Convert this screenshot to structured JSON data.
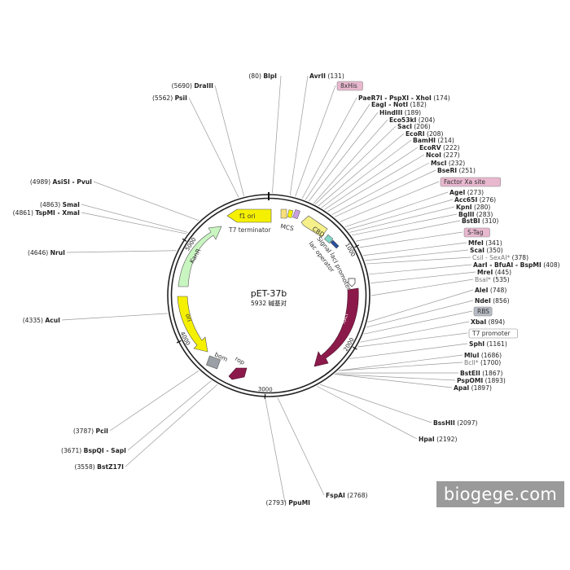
{
  "plasmid": {
    "name": "pET-37b",
    "size_text": "5932 碱基对"
  },
  "scale_ticks": [
    "1000",
    "2000",
    "3000",
    "4000",
    "5000"
  ],
  "watermark": "biogege.com",
  "features": [
    {
      "id": "f1_ori",
      "label": "f1 ori",
      "color": "#f5f000"
    },
    {
      "id": "kanr",
      "label": "KanR",
      "color": "#c8f5c0"
    },
    {
      "id": "ori",
      "label": "ori",
      "color": "#f5f000"
    },
    {
      "id": "bom",
      "label": "bom",
      "color": "#9aa0a6"
    },
    {
      "id": "rop",
      "label": "rop",
      "color": "#8b1a4a"
    },
    {
      "id": "laci",
      "label": "lacI",
      "color": "#8b1a4a"
    },
    {
      "id": "cbd",
      "label": "CBD",
      "color": "#f5f08a"
    },
    {
      "id": "t7_terminator",
      "label": "T7 terminator"
    },
    {
      "id": "mcs",
      "label": "MCS"
    },
    {
      "id": "signal",
      "label": "Signal"
    },
    {
      "id": "lac_operator",
      "label": "lac operator"
    },
    {
      "id": "laci_promoter",
      "label": "lacI promoter"
    }
  ],
  "left_sites": [
    {
      "pos": "(80)",
      "name": "BlpI"
    },
    {
      "pos": "(5690)",
      "name": "DraIII"
    },
    {
      "pos": "(5562)",
      "name": "PsiI"
    },
    {
      "pos": "(4989)",
      "name": "AsiSI - PvuI"
    },
    {
      "pos": "(4863)",
      "name": "SmaI"
    },
    {
      "pos": "(4861)",
      "name": "TspMI - XmaI"
    },
    {
      "pos": "(4646)",
      "name": "NruI"
    },
    {
      "pos": "(4335)",
      "name": "AcuI"
    },
    {
      "pos": "(3787)",
      "name": "PciI"
    },
    {
      "pos": "(3671)",
      "name": "BspQI - SapI"
    },
    {
      "pos": "(3558)",
      "name": "BstZ17I"
    },
    {
      "pos": "(2793)",
      "name": "PpuMI"
    }
  ],
  "right_sites": [
    {
      "name": "AvrII",
      "pos": "(131)"
    },
    {
      "badge": "8xHis"
    },
    {
      "name": "PaeR7I - PspXI - XhoI",
      "pos": "(174)"
    },
    {
      "name": "EagI - NotI",
      "pos": "(182)"
    },
    {
      "name": "HindIII",
      "pos": "(189)"
    },
    {
      "name": "Eco53kI",
      "pos": "(204)"
    },
    {
      "name": "SacI",
      "pos": "(206)"
    },
    {
      "name": "EcoRI",
      "pos": "(208)"
    },
    {
      "name": "BamHI",
      "pos": "(214)"
    },
    {
      "name": "EcoRV",
      "pos": "(222)"
    },
    {
      "name": "NcoI",
      "pos": "(227)"
    },
    {
      "name": "MscI",
      "pos": "(232)"
    },
    {
      "name": "BseRI",
      "pos": "(251)"
    },
    {
      "badge": "Factor Xa site"
    },
    {
      "name": "AgeI",
      "pos": "(273)"
    },
    {
      "name": "Acc65I",
      "pos": "(276)"
    },
    {
      "name": "KpnI",
      "pos": "(280)"
    },
    {
      "name": "BglII",
      "pos": "(283)"
    },
    {
      "name": "BstBI",
      "pos": "(310)"
    },
    {
      "badge": "S-Tag"
    },
    {
      "name": "MfeI",
      "pos": "(341)"
    },
    {
      "name": "ScaI",
      "pos": "(350)"
    },
    {
      "name": "CsiI - SexAI*",
      "pos": "(378)"
    },
    {
      "name": "AarI - BfuAI - BspMI",
      "pos": "(408)"
    },
    {
      "name": "MreI",
      "pos": "(445)"
    },
    {
      "name": "BsaI*",
      "pos": "(535)"
    },
    {
      "name": "AleI",
      "pos": "(748)"
    },
    {
      "name": "NdeI",
      "pos": "(856)"
    },
    {
      "badge": "RBS"
    },
    {
      "name": "XbaI",
      "pos": "(894)"
    },
    {
      "badge": "T7 promoter"
    },
    {
      "name": "SphI",
      "pos": "(1161)"
    },
    {
      "name": "MluI",
      "pos": "(1686)"
    },
    {
      "name": "BclI*",
      "pos": "(1700)"
    },
    {
      "name": "BstEII",
      "pos": "(1867)"
    },
    {
      "name": "PspOMI",
      "pos": "(1893)"
    },
    {
      "name": "ApaI",
      "pos": "(1897)"
    },
    {
      "name": "BssHII",
      "pos": "(2097)"
    },
    {
      "name": "HpaI",
      "pos": "(2192)"
    },
    {
      "name": "FspAI",
      "pos": "(2768)"
    }
  ]
}
